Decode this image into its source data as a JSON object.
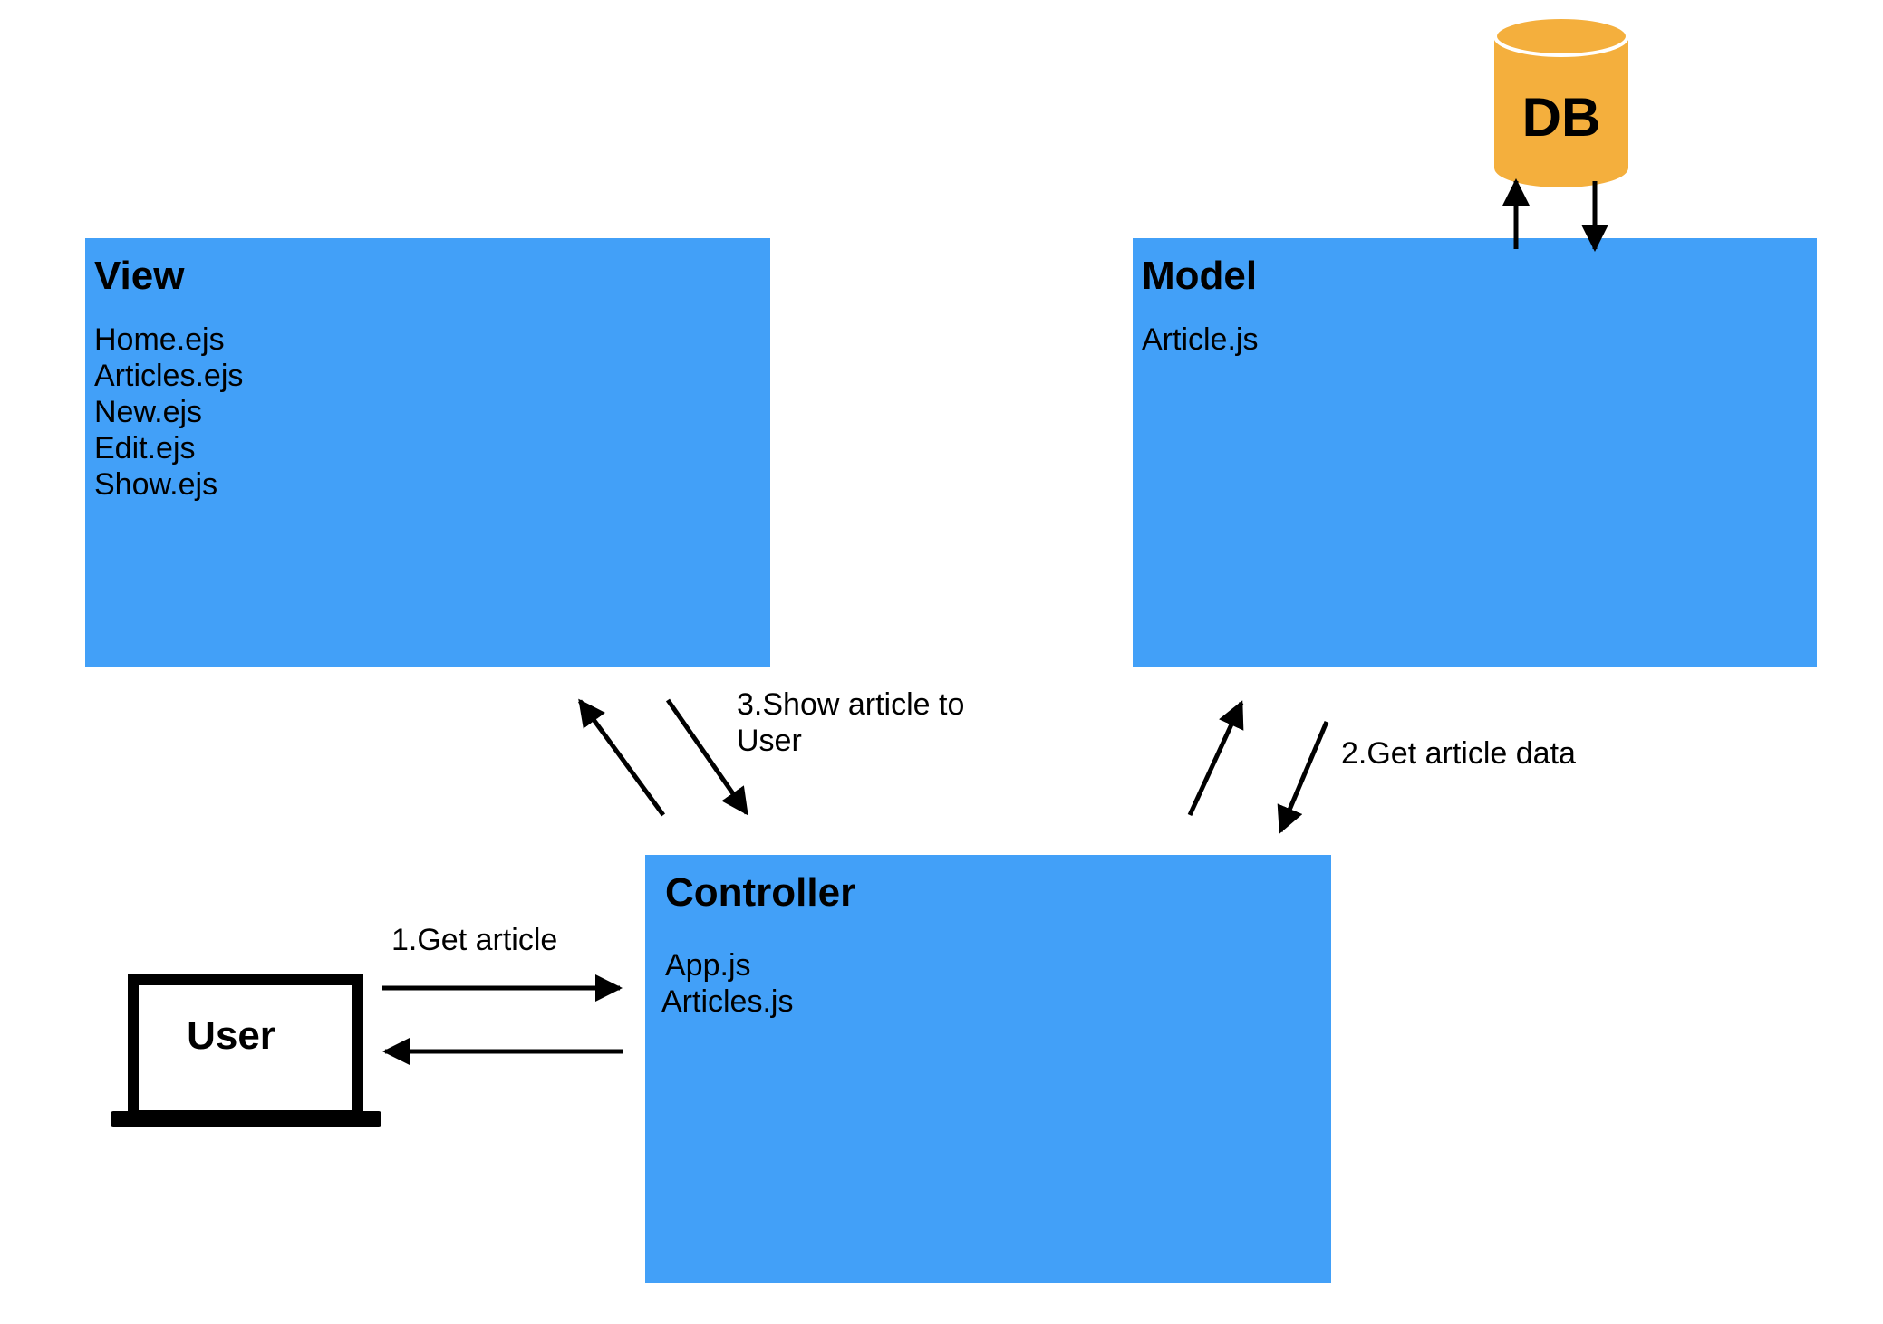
{
  "colors": {
    "box_fill": "#42a0f8",
    "db_fill": "#f4af3d",
    "db_stroke": "#ffffff",
    "line": "#000000"
  },
  "view": {
    "title": "View",
    "items": [
      "Home.ejs",
      "Articles.ejs",
      "New.ejs",
      "Edit.ejs",
      "Show.ejs"
    ]
  },
  "model": {
    "title": "Model",
    "items": [
      "Article.js"
    ]
  },
  "controller": {
    "title": "Controller",
    "items": [
      "App.js",
      "Articles.js"
    ]
  },
  "database": {
    "label": "DB",
    "icon": "database-cylinder-icon"
  },
  "user": {
    "label": "User",
    "icon": "laptop-icon"
  },
  "edges": {
    "user_to_controller": "1.Get article",
    "controller_model": "2.Get article data",
    "controller_view": "3.Show article to User"
  }
}
